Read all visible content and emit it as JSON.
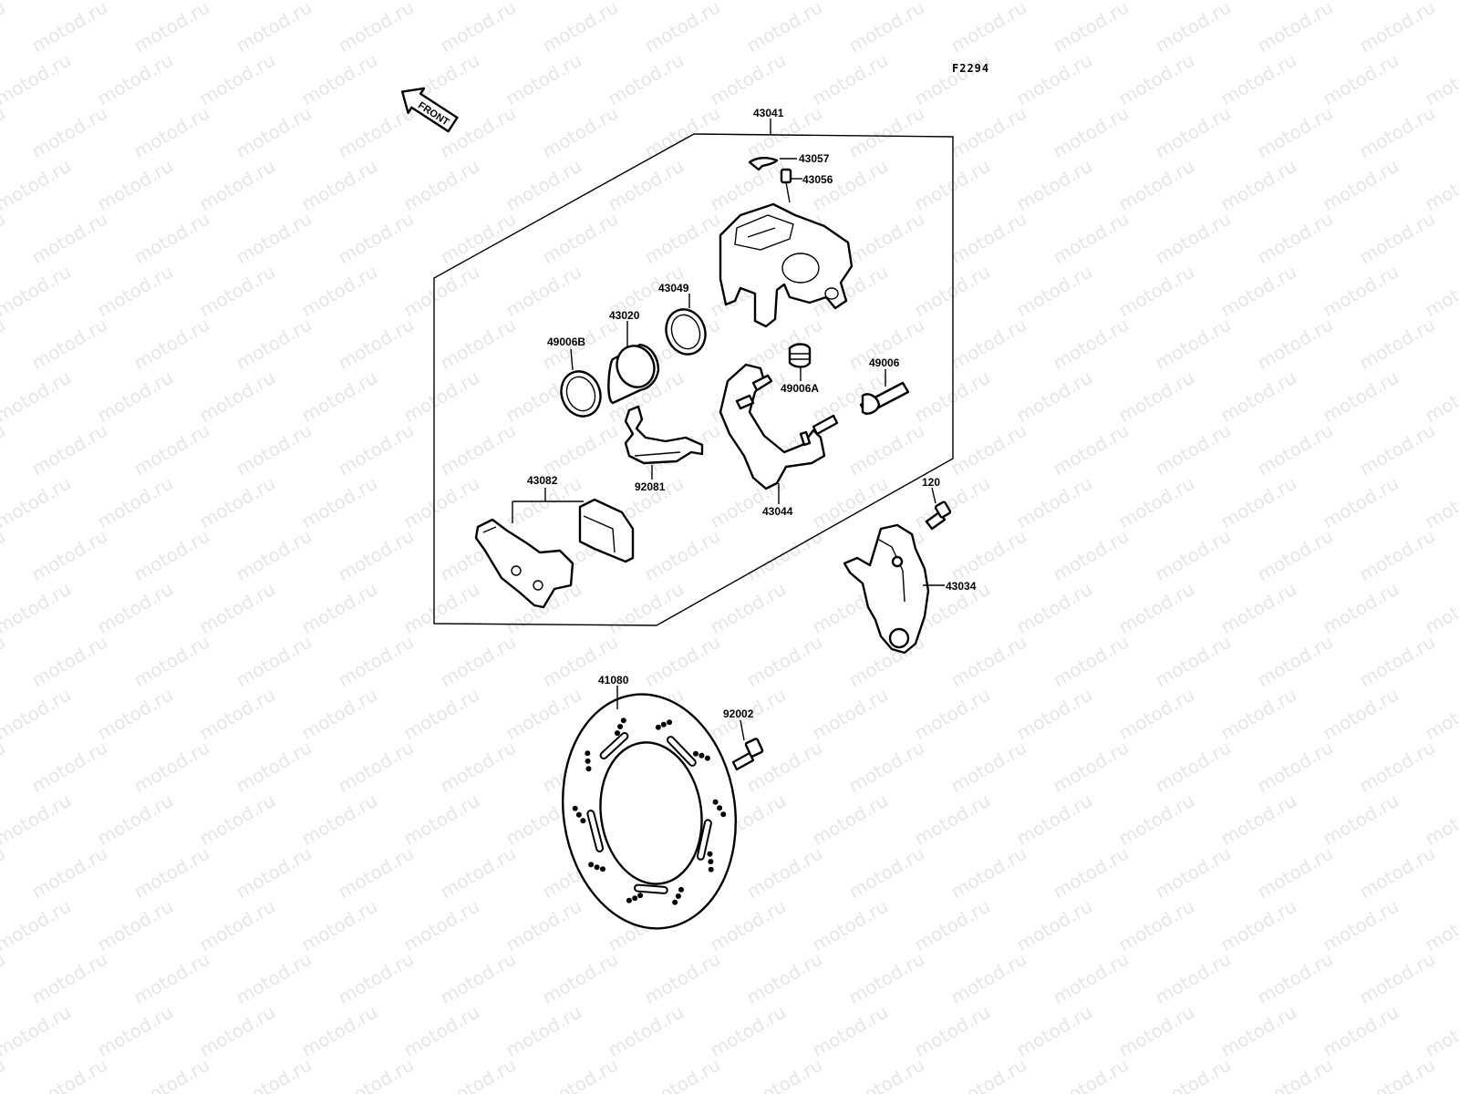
{
  "diagram": {
    "code": "F2294",
    "watermark": "motod.ru",
    "front_arrow": {
      "label": "FRONT",
      "icon": "front-direction-arrow-icon"
    },
    "labels": [
      {
        "id": "43041",
        "text": "43041"
      },
      {
        "id": "43057",
        "text": "43057"
      },
      {
        "id": "43056",
        "text": "43056"
      },
      {
        "id": "43049",
        "text": "43049"
      },
      {
        "id": "43020",
        "text": "43020"
      },
      {
        "id": "49006B",
        "text": "49006B"
      },
      {
        "id": "49006A",
        "text": "49006A"
      },
      {
        "id": "49006",
        "text": "49006"
      },
      {
        "id": "92081",
        "text": "92081"
      },
      {
        "id": "43044",
        "text": "43044"
      },
      {
        "id": "43082",
        "text": "43082"
      },
      {
        "id": "120",
        "text": "120"
      },
      {
        "id": "43034",
        "text": "43034"
      },
      {
        "id": "41080",
        "text": "41080"
      },
      {
        "id": "92002",
        "text": "92002"
      }
    ]
  }
}
